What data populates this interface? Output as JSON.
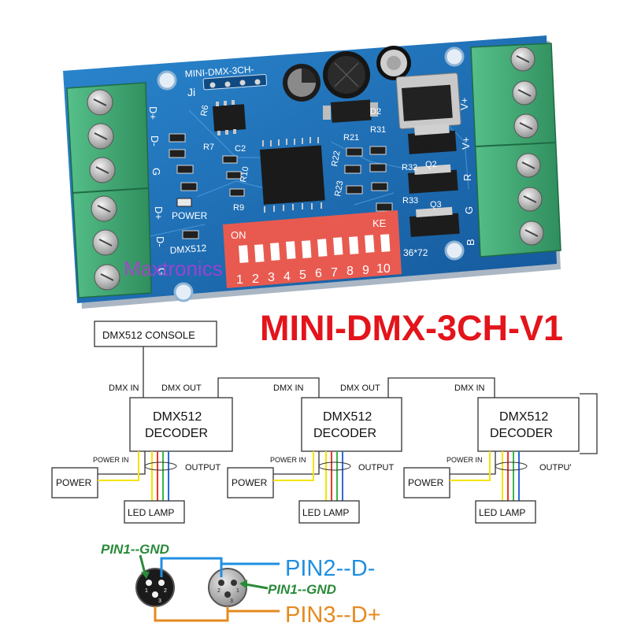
{
  "product": {
    "title": "MINI-DMX-3CH-V1",
    "title_color": "#e3141b",
    "watermark": "Maxtronics",
    "watermark_color": "#b23bd8"
  },
  "board": {
    "silk_model": "MINI-DMX-3CH-",
    "silk_ji": "Ji",
    "left_terminals": [
      "D+",
      "D-",
      "G",
      "D+",
      "D-",
      "G"
    ],
    "right_terminals": [
      "V+",
      "V+",
      "R",
      "G",
      "B"
    ],
    "component_labels": [
      "C2",
      "R7",
      "R10",
      "R9",
      "R6",
      "D2",
      "R21",
      "R31",
      "R22",
      "R23",
      "R32",
      "Q2",
      "R33",
      "Q3"
    ],
    "power_label": "POWER",
    "dmx_label": "DMX512",
    "dip_on": "ON",
    "dip_ke": "KE",
    "dip_numbers": [
      "1",
      "2",
      "3",
      "4",
      "5",
      "6",
      "7",
      "8",
      "9",
      "10"
    ],
    "size_label": "36*72",
    "colors": {
      "pcb": "#1b6fb4",
      "terminal": "#3ea874",
      "dip": "#e85a50"
    }
  },
  "diagram": {
    "console_label": "DMX512 CONSOLE",
    "decoder_line1": "DMX512",
    "decoder_line2": "DECODER",
    "dmx_in": "DMX IN",
    "dmx_out": "DMX OUT",
    "power_in": "POWER IN",
    "output": "OUTPUT",
    "output_cut": "OUTPU'",
    "power": "POWER",
    "led_lamp": "LED LAMP",
    "wire_colors": [
      "#f5e300",
      "#e83a2a",
      "#3cb44a",
      "#2c6bd6"
    ]
  },
  "connector": {
    "pin1": "PIN1--GND",
    "pin2": "PIN2--D-",
    "pin3": "PIN3--D+",
    "pin1_color": "#2a8a3a",
    "pin2_color": "#1f8fe0",
    "pin3_color": "#e58a1f",
    "pin_numbers": [
      "1",
      "2",
      "3"
    ]
  }
}
